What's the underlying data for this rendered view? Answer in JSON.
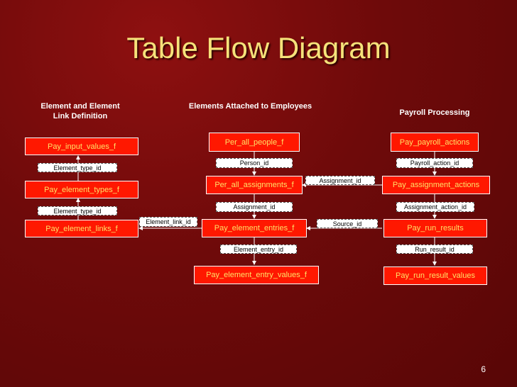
{
  "slide": {
    "title": "Table Flow Diagram",
    "page_number": "6"
  },
  "headings": {
    "element_definition": "Element and Element Link Definition",
    "employees": "Elements Attached to Employees",
    "payroll": "Payroll Processing"
  },
  "tables": {
    "pay_input_values_f": "Pay_input_values_f",
    "pay_element_types_f": "Pay_element_types_f",
    "pay_element_links_f": "Pay_element_links_f",
    "per_all_people_f": "Per_all_people_f",
    "per_all_assignments_f": "Per_all_assignments_f",
    "pay_element_entries_f": "Pay_element_entries_f",
    "pay_element_entry_values_f": "Pay_element_entry_values_f",
    "pay_payroll_actions": "Pay_payroll_actions",
    "pay_assignment_actions": "Pay_assignment_actions",
    "pay_run_results": "Pay_run_results",
    "pay_run_result_values": "Pay_run_result_values"
  },
  "keys": {
    "element_type_id_1": "Element_type_id",
    "element_type_id_2": "Element_type_id",
    "element_link_id": "Element_link_id",
    "person_id": "Person_id",
    "assignment_id_1": "Assignment_id",
    "assignment_id_2": "Assignment_id",
    "element_entry_id": "Element_entry_id",
    "payroll_action_id": "Payroll_action_id",
    "assignment_action_id": "Assignment_action_id",
    "source_id": "Source_id",
    "run_result_id": "Run_result_id"
  }
}
